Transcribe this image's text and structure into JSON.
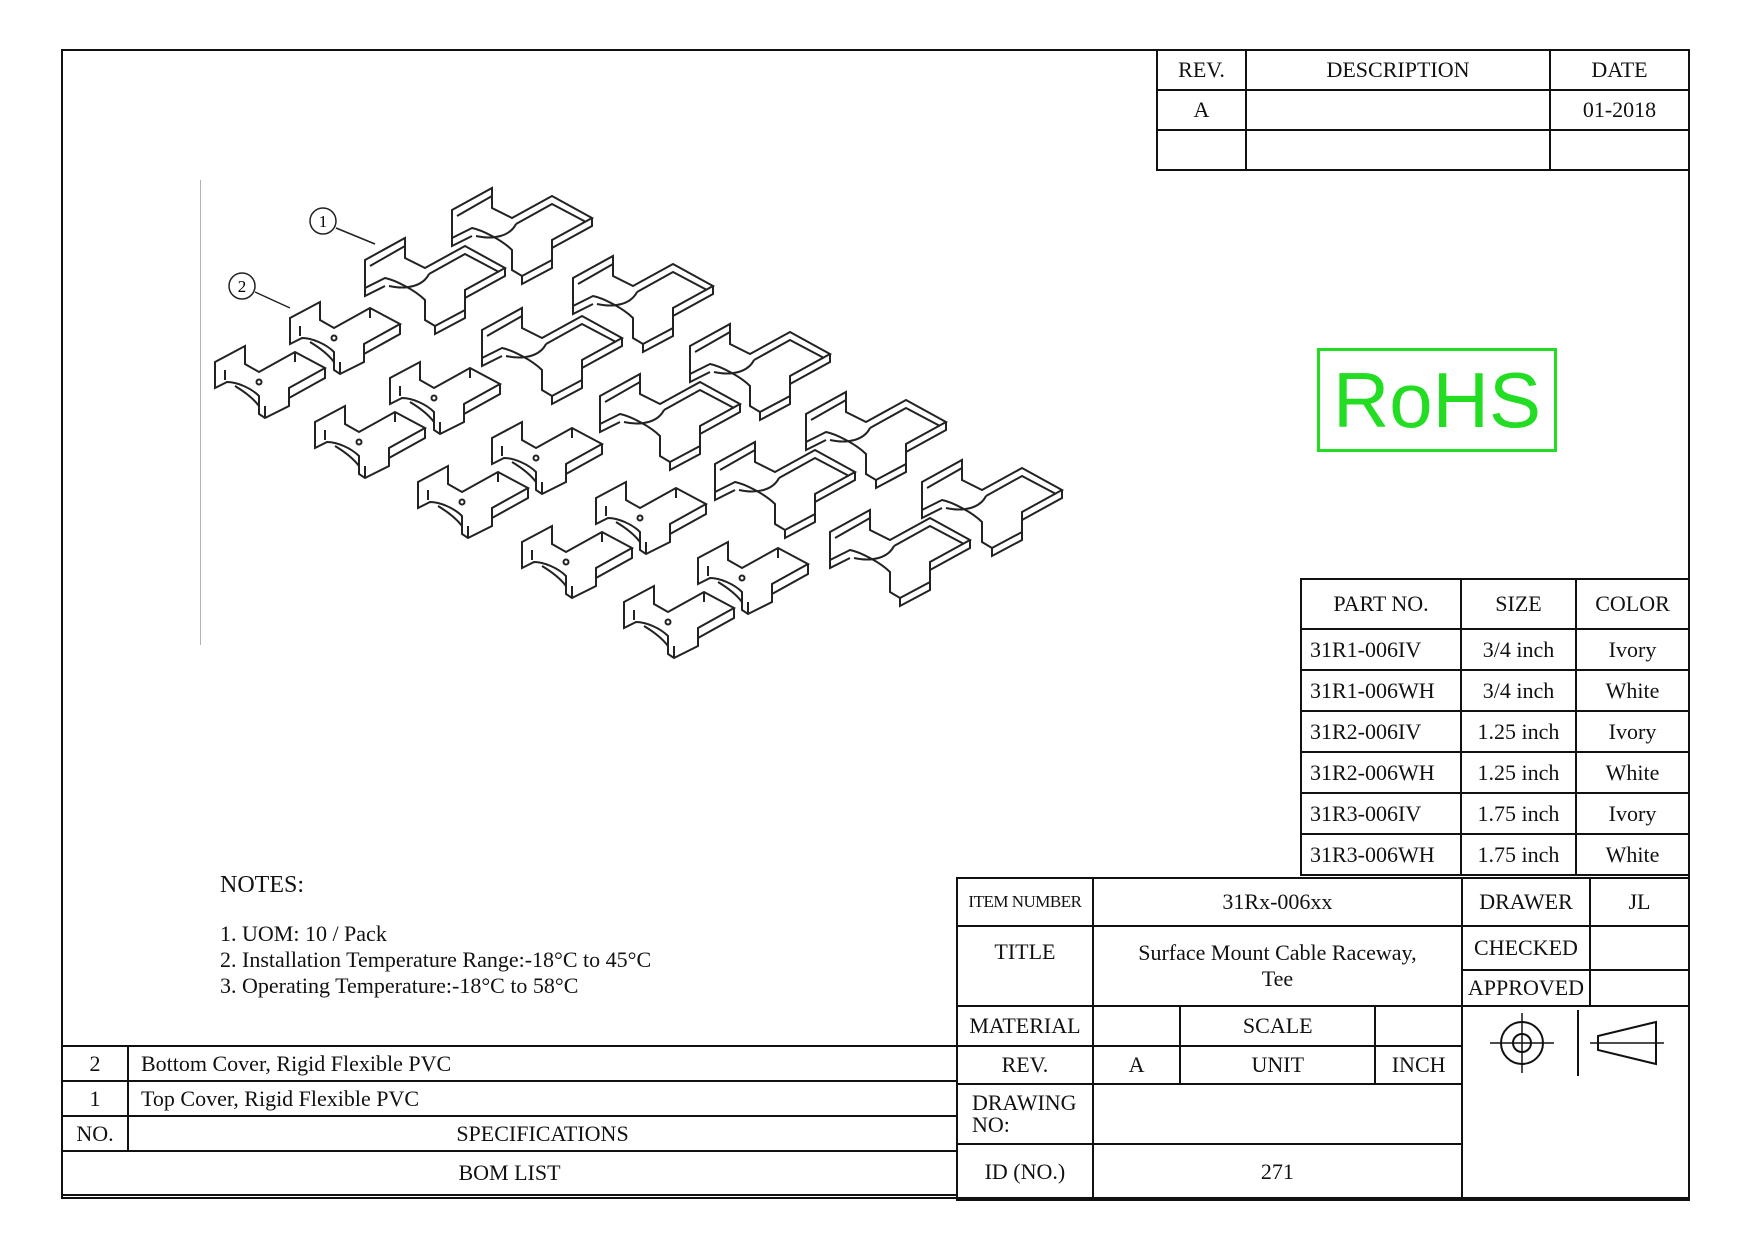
{
  "revision_block": {
    "headers": [
      "REV.",
      "DESCRIPTION",
      "DATE"
    ],
    "rows": [
      {
        "rev": "A",
        "description": "",
        "date": "01-2018"
      },
      {
        "rev": "",
        "description": "",
        "date": ""
      }
    ]
  },
  "rohs_mark": {
    "text": "RoHS",
    "color": "#22dd22"
  },
  "callouts": [
    "1",
    "2"
  ],
  "parts_table": {
    "headers": [
      "PART NO.",
      "SIZE",
      "COLOR"
    ],
    "rows": [
      {
        "part": "31R1-006IV",
        "size": "3/4 inch",
        "color": "Ivory"
      },
      {
        "part": "31R1-006WH",
        "size": "3/4 inch",
        "color": "White"
      },
      {
        "part": "31R2-006IV",
        "size": "1.25 inch",
        "color": "Ivory"
      },
      {
        "part": "31R2-006WH",
        "size": "1.25 inch",
        "color": "White"
      },
      {
        "part": "31R3-006IV",
        "size": "1.75 inch",
        "color": "Ivory"
      },
      {
        "part": "31R3-006WH",
        "size": "1.75 inch",
        "color": "White"
      }
    ]
  },
  "notes": {
    "heading": "NOTES:",
    "lines": [
      "1. UOM: 10 / Pack",
      "2. Installation Temperature Range:-18°C to 45°C",
      "3. Operating Temperature:-18°C to 58°C"
    ]
  },
  "bom": {
    "rows": [
      {
        "no": "2",
        "spec": "Bottom Cover, Rigid Flexible PVC"
      },
      {
        "no": "1",
        "spec": "Top Cover, Rigid Flexible PVC"
      }
    ],
    "no_header": "NO.",
    "spec_header": "SPECIFICATIONS",
    "title": "BOM LIST"
  },
  "title_block": {
    "item_number_label": "ITEM NUMBER",
    "item_number": "31Rx-006xx",
    "title_label": "TITLE",
    "title_line1": "Surface Mount Cable Raceway,",
    "title_line2": "Tee",
    "material_label": "MATERIAL",
    "material": "",
    "scale_label": "SCALE",
    "scale": "",
    "rev_label": "REV.",
    "rev": "A",
    "unit_label": "UNIT",
    "unit": "INCH",
    "drawing_no_label_1": "DRAWING",
    "drawing_no_label_2": "NO:",
    "drawing_no": "",
    "id_label": "ID (NO.)",
    "id": "271",
    "drawer_label": "DRAWER",
    "drawer": "JL",
    "checked_label": "CHECKED",
    "checked": "",
    "approved_label": "APPROVED",
    "approved": ""
  }
}
